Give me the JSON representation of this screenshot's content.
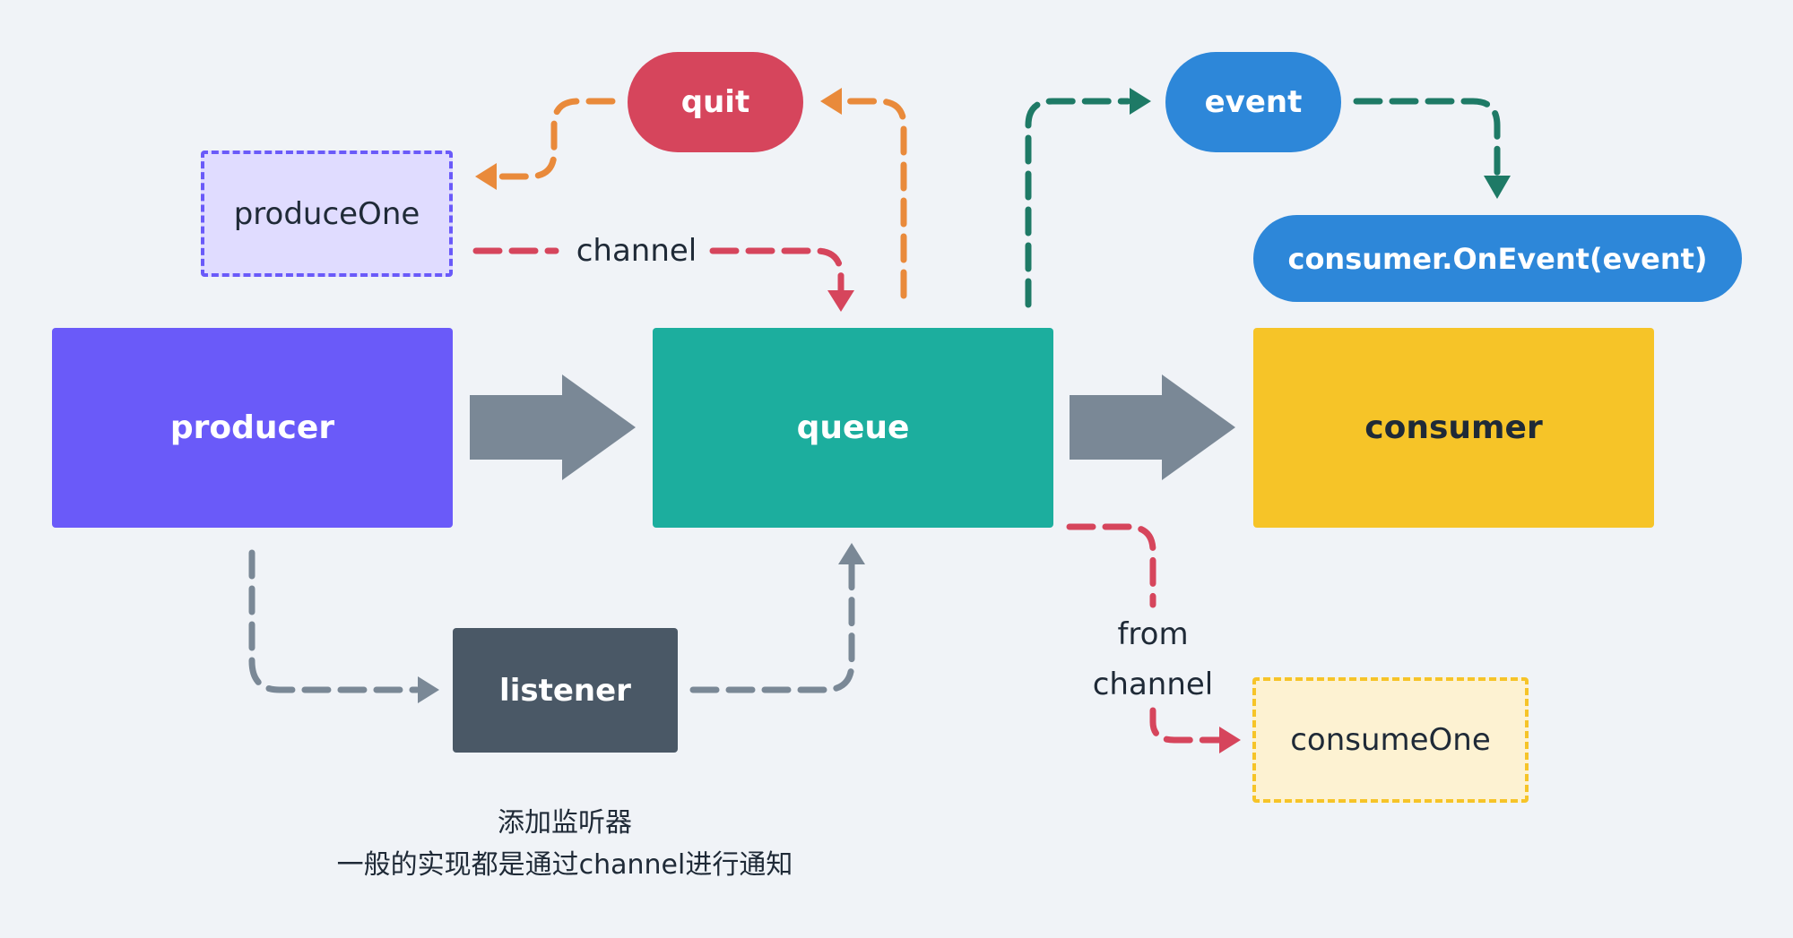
{
  "nodes": {
    "producer": "producer",
    "queue": "queue",
    "consumer": "consumer",
    "produce_one": "produceOne",
    "quit": "quit",
    "event": "event",
    "on_event": "consumer.OnEvent(event)",
    "listener": "listener",
    "consume_one": "consumeOne"
  },
  "edge_labels": {
    "channel": "channel",
    "from_channel_line1": "from",
    "from_channel_line2": "channel"
  },
  "note": {
    "line1": "添加监听器",
    "line2": "一般的实现都是通过channel进行通知"
  },
  "colors": {
    "producer": "#6a5af9",
    "queue": "#1cae9e",
    "consumer": "#f6c428",
    "quit": "#d6455c",
    "event": "#2d87d9",
    "listener": "#4a5866",
    "produce_one_fill": "#e0dcff",
    "produce_one_border": "#6a5af9",
    "consume_one_fill": "#fdf2d2",
    "consume_one_border": "#f6c428",
    "arrow_gray": "#7a8896",
    "dash_red": "#d6455c",
    "dash_orange": "#e98a3b",
    "dash_green": "#1e7a66",
    "dash_gray": "#7a8896"
  }
}
